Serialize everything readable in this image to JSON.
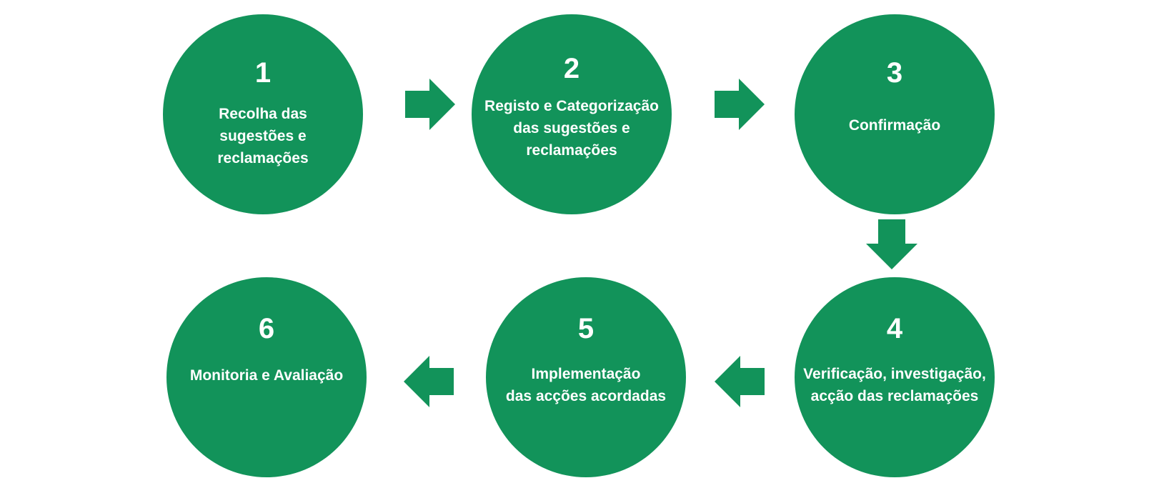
{
  "steps": [
    {
      "number": "1",
      "label": "Recolha das\nsugestões e\nreclamações"
    },
    {
      "number": "2",
      "label": "Registo e Categorização\ndas sugestões e\nreclamações"
    },
    {
      "number": "3",
      "label": "Confirmação"
    },
    {
      "number": "4",
      "label": "Verificação, investigação,\nacção das reclamações"
    },
    {
      "number": "5",
      "label": "Implementação\ndas acções acordadas"
    },
    {
      "number": "6",
      "label": "Monitoria e Avaliação"
    }
  ],
  "colors": {
    "circle": "#12935a",
    "arrow": "#12935a",
    "text": "#ffffff",
    "background": "#ffffff"
  },
  "arrows": [
    {
      "from": "1",
      "to": "2",
      "direction": "right"
    },
    {
      "from": "2",
      "to": "3",
      "direction": "right"
    },
    {
      "from": "3",
      "to": "4",
      "direction": "down"
    },
    {
      "from": "4",
      "to": "5",
      "direction": "left"
    },
    {
      "from": "5",
      "to": "6",
      "direction": "left"
    }
  ]
}
